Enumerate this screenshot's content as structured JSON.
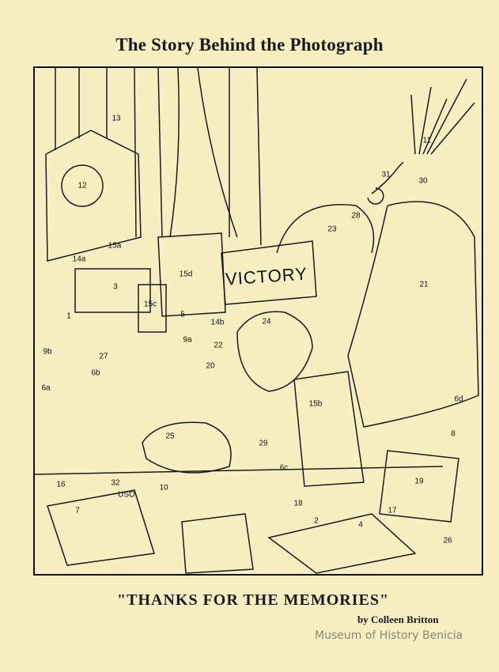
{
  "title": "The Story Behind the Photograph",
  "drawing": {
    "banner_text": "VICTORY",
    "labels": [
      "13",
      "12",
      "11",
      "31",
      "30",
      "28",
      "23",
      "15a",
      "14a",
      "15d",
      "3",
      "21",
      "15c",
      "5",
      "14b",
      "24",
      "1",
      "9a",
      "22",
      "9b",
      "27",
      "20",
      "6b",
      "6a",
      "15b",
      "6d",
      "8",
      "25",
      "29",
      "6c",
      "16",
      "32",
      "USO",
      "10",
      "19",
      "7",
      "18",
      "2",
      "17",
      "4",
      "26"
    ]
  },
  "subtitle": "\"THANKS FOR THE MEMORIES\"",
  "author": "by Colleen Britton",
  "watermark": "Museum of History Benicia"
}
